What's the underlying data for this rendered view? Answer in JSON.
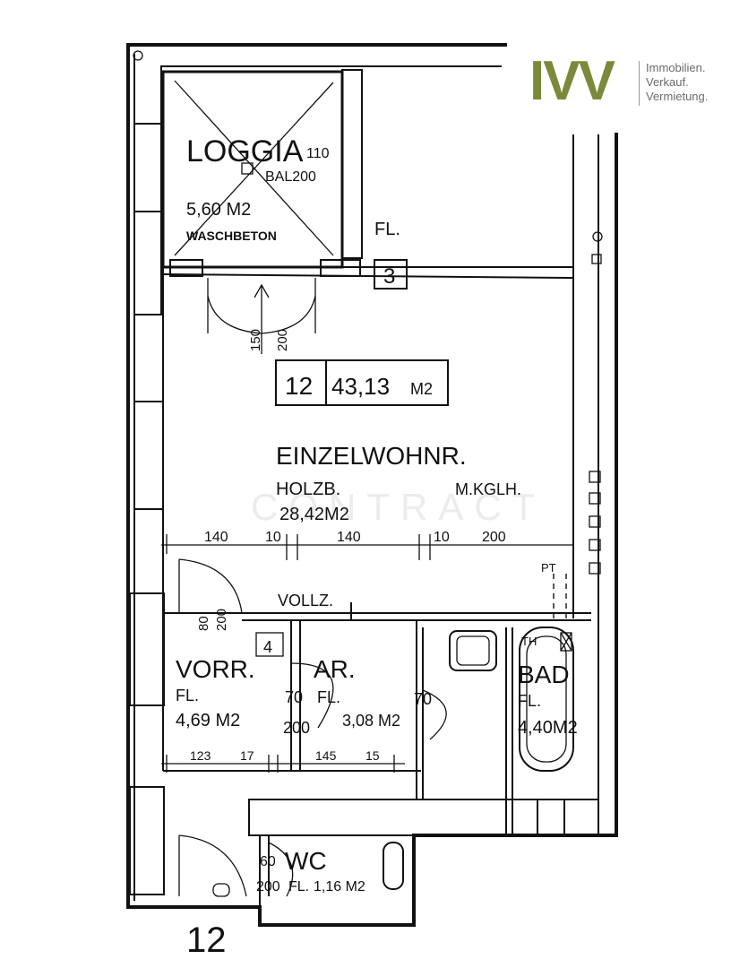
{
  "logo": {
    "mark": "IVV",
    "lines": [
      "Immobilien.",
      "Verkauf.",
      "Vermietung."
    ],
    "color": "#7a8a3a"
  },
  "watermark": "CONTRACT",
  "unit": {
    "number": "12",
    "area": "43,13",
    "area_unit": "M2",
    "floor_label": "12"
  },
  "rooms": {
    "loggia": {
      "name": "LOGGIA",
      "dim_top": "110",
      "dim_bottom": "BAL200",
      "area": "5,60 M2",
      "material": "WASCHBETON"
    },
    "flur_top": {
      "name": "FL."
    },
    "door_marker_3": "3",
    "door_main": {
      "w": "150",
      "h": "200"
    },
    "einzelwohnraum": {
      "name": "EINZELWOHNR.",
      "floor": "HOLZB.",
      "area": "28,42M2",
      "extra": "M.KGLH."
    },
    "vorraum": {
      "name": "VORR.",
      "floor": "FL.",
      "area": "4,69 M2",
      "door_w": "80",
      "door_h": "200",
      "marker": "4"
    },
    "abstellraum": {
      "name": "AR.",
      "floor": "FL.",
      "area": "3,08 M2",
      "door_w": "70",
      "door_h": "200"
    },
    "bad": {
      "name": "BAD",
      "floor": "FL.",
      "area": "4,40M2",
      "tag": "TH",
      "door_w": "70"
    },
    "wc": {
      "name": "WC",
      "floor": "FL.",
      "area": "1,16 M2",
      "door_w": "60",
      "door_h": "200"
    },
    "vollz": "VOLLZ.",
    "pt": "PT"
  },
  "dimensions": {
    "row1": [
      "140",
      "10",
      "140",
      "10",
      "200"
    ],
    "row2": [
      "123",
      "17",
      "145",
      "15"
    ]
  }
}
